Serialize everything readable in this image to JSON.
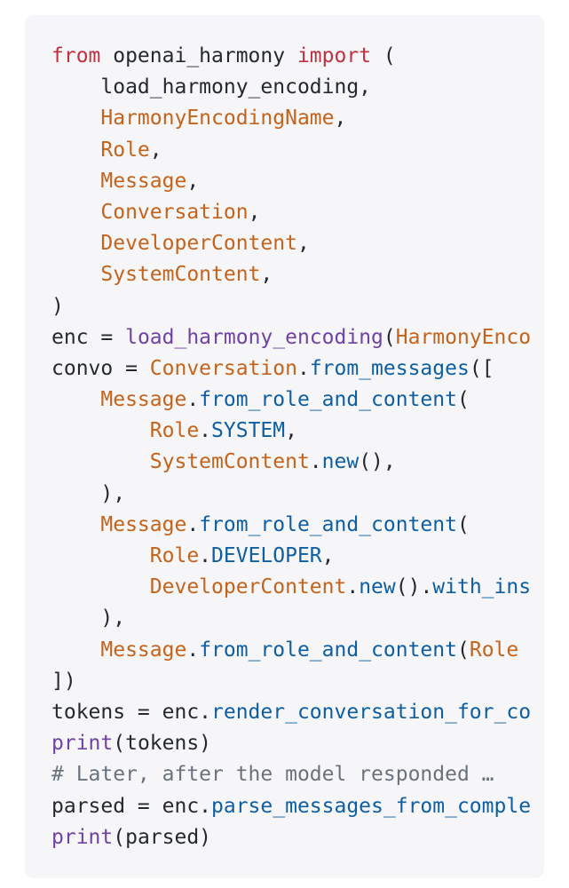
{
  "colors": {
    "background": "#ffffff",
    "code_background": "#f6f6f8",
    "keyword": "#c0303f",
    "class": "#c4631b",
    "function": "#6f42a5",
    "method": "#0d5ea3",
    "comment": "#6a737d",
    "plain": "#24292f"
  },
  "code": {
    "language": "python",
    "lines": [
      [
        {
          "t": "kw",
          "v": "from"
        },
        {
          "t": "plain",
          "v": " openai_harmony "
        },
        {
          "t": "kw",
          "v": "import"
        },
        {
          "t": "plain",
          "v": " ("
        }
      ],
      [
        {
          "t": "plain",
          "v": "    load_harmony_encoding,"
        }
      ],
      [
        {
          "t": "plain",
          "v": "    "
        },
        {
          "t": "cls",
          "v": "HarmonyEncodingName"
        },
        {
          "t": "plain",
          "v": ","
        }
      ],
      [
        {
          "t": "plain",
          "v": "    "
        },
        {
          "t": "cls",
          "v": "Role"
        },
        {
          "t": "plain",
          "v": ","
        }
      ],
      [
        {
          "t": "plain",
          "v": "    "
        },
        {
          "t": "cls",
          "v": "Message"
        },
        {
          "t": "plain",
          "v": ","
        }
      ],
      [
        {
          "t": "plain",
          "v": "    "
        },
        {
          "t": "cls",
          "v": "Conversation"
        },
        {
          "t": "plain",
          "v": ","
        }
      ],
      [
        {
          "t": "plain",
          "v": "    "
        },
        {
          "t": "cls",
          "v": "DeveloperContent"
        },
        {
          "t": "plain",
          "v": ","
        }
      ],
      [
        {
          "t": "plain",
          "v": "    "
        },
        {
          "t": "cls",
          "v": "SystemContent"
        },
        {
          "t": "plain",
          "v": ","
        }
      ],
      [
        {
          "t": "plain",
          "v": ")"
        }
      ],
      [
        {
          "t": "plain",
          "v": "enc = "
        },
        {
          "t": "fn",
          "v": "load_harmony_encoding"
        },
        {
          "t": "plain",
          "v": "("
        },
        {
          "t": "cls",
          "v": "HarmonyEnco"
        }
      ],
      [
        {
          "t": "plain",
          "v": "convo = "
        },
        {
          "t": "cls",
          "v": "Conversation"
        },
        {
          "t": "plain",
          "v": "."
        },
        {
          "t": "meth",
          "v": "from_messages"
        },
        {
          "t": "plain",
          "v": "(["
        }
      ],
      [
        {
          "t": "plain",
          "v": "    "
        },
        {
          "t": "cls",
          "v": "Message"
        },
        {
          "t": "plain",
          "v": "."
        },
        {
          "t": "meth",
          "v": "from_role_and_content"
        },
        {
          "t": "plain",
          "v": "("
        }
      ],
      [
        {
          "t": "plain",
          "v": "        "
        },
        {
          "t": "cls",
          "v": "Role"
        },
        {
          "t": "plain",
          "v": "."
        },
        {
          "t": "meth",
          "v": "SYSTEM"
        },
        {
          "t": "plain",
          "v": ","
        }
      ],
      [
        {
          "t": "plain",
          "v": "        "
        },
        {
          "t": "cls",
          "v": "SystemContent"
        },
        {
          "t": "plain",
          "v": "."
        },
        {
          "t": "meth",
          "v": "new"
        },
        {
          "t": "plain",
          "v": "(),"
        }
      ],
      [
        {
          "t": "plain",
          "v": "    ),"
        }
      ],
      [
        {
          "t": "plain",
          "v": "    "
        },
        {
          "t": "cls",
          "v": "Message"
        },
        {
          "t": "plain",
          "v": "."
        },
        {
          "t": "meth",
          "v": "from_role_and_content"
        },
        {
          "t": "plain",
          "v": "("
        }
      ],
      [
        {
          "t": "plain",
          "v": "        "
        },
        {
          "t": "cls",
          "v": "Role"
        },
        {
          "t": "plain",
          "v": "."
        },
        {
          "t": "meth",
          "v": "DEVELOPER"
        },
        {
          "t": "plain",
          "v": ","
        }
      ],
      [
        {
          "t": "plain",
          "v": "        "
        },
        {
          "t": "cls",
          "v": "DeveloperContent"
        },
        {
          "t": "plain",
          "v": "."
        },
        {
          "t": "meth",
          "v": "new"
        },
        {
          "t": "plain",
          "v": "()."
        },
        {
          "t": "meth",
          "v": "with_ins"
        }
      ],
      [
        {
          "t": "plain",
          "v": "    ),"
        }
      ],
      [
        {
          "t": "plain",
          "v": "    "
        },
        {
          "t": "cls",
          "v": "Message"
        },
        {
          "t": "plain",
          "v": "."
        },
        {
          "t": "meth",
          "v": "from_role_and_content"
        },
        {
          "t": "plain",
          "v": "("
        },
        {
          "t": "cls",
          "v": "Role"
        }
      ],
      [
        {
          "t": "plain",
          "v": "])"
        }
      ],
      [
        {
          "t": "plain",
          "v": "tokens = enc."
        },
        {
          "t": "meth",
          "v": "render_conversation_for_co"
        }
      ],
      [
        {
          "t": "fn",
          "v": "print"
        },
        {
          "t": "plain",
          "v": "(tokens)"
        }
      ],
      [
        {
          "t": "cm",
          "v": "# Later, after the model responded …"
        }
      ],
      [
        {
          "t": "plain",
          "v": "parsed = enc."
        },
        {
          "t": "meth",
          "v": "parse_messages_from_comple"
        }
      ],
      [
        {
          "t": "fn",
          "v": "print"
        },
        {
          "t": "plain",
          "v": "(parsed)"
        }
      ]
    ]
  }
}
